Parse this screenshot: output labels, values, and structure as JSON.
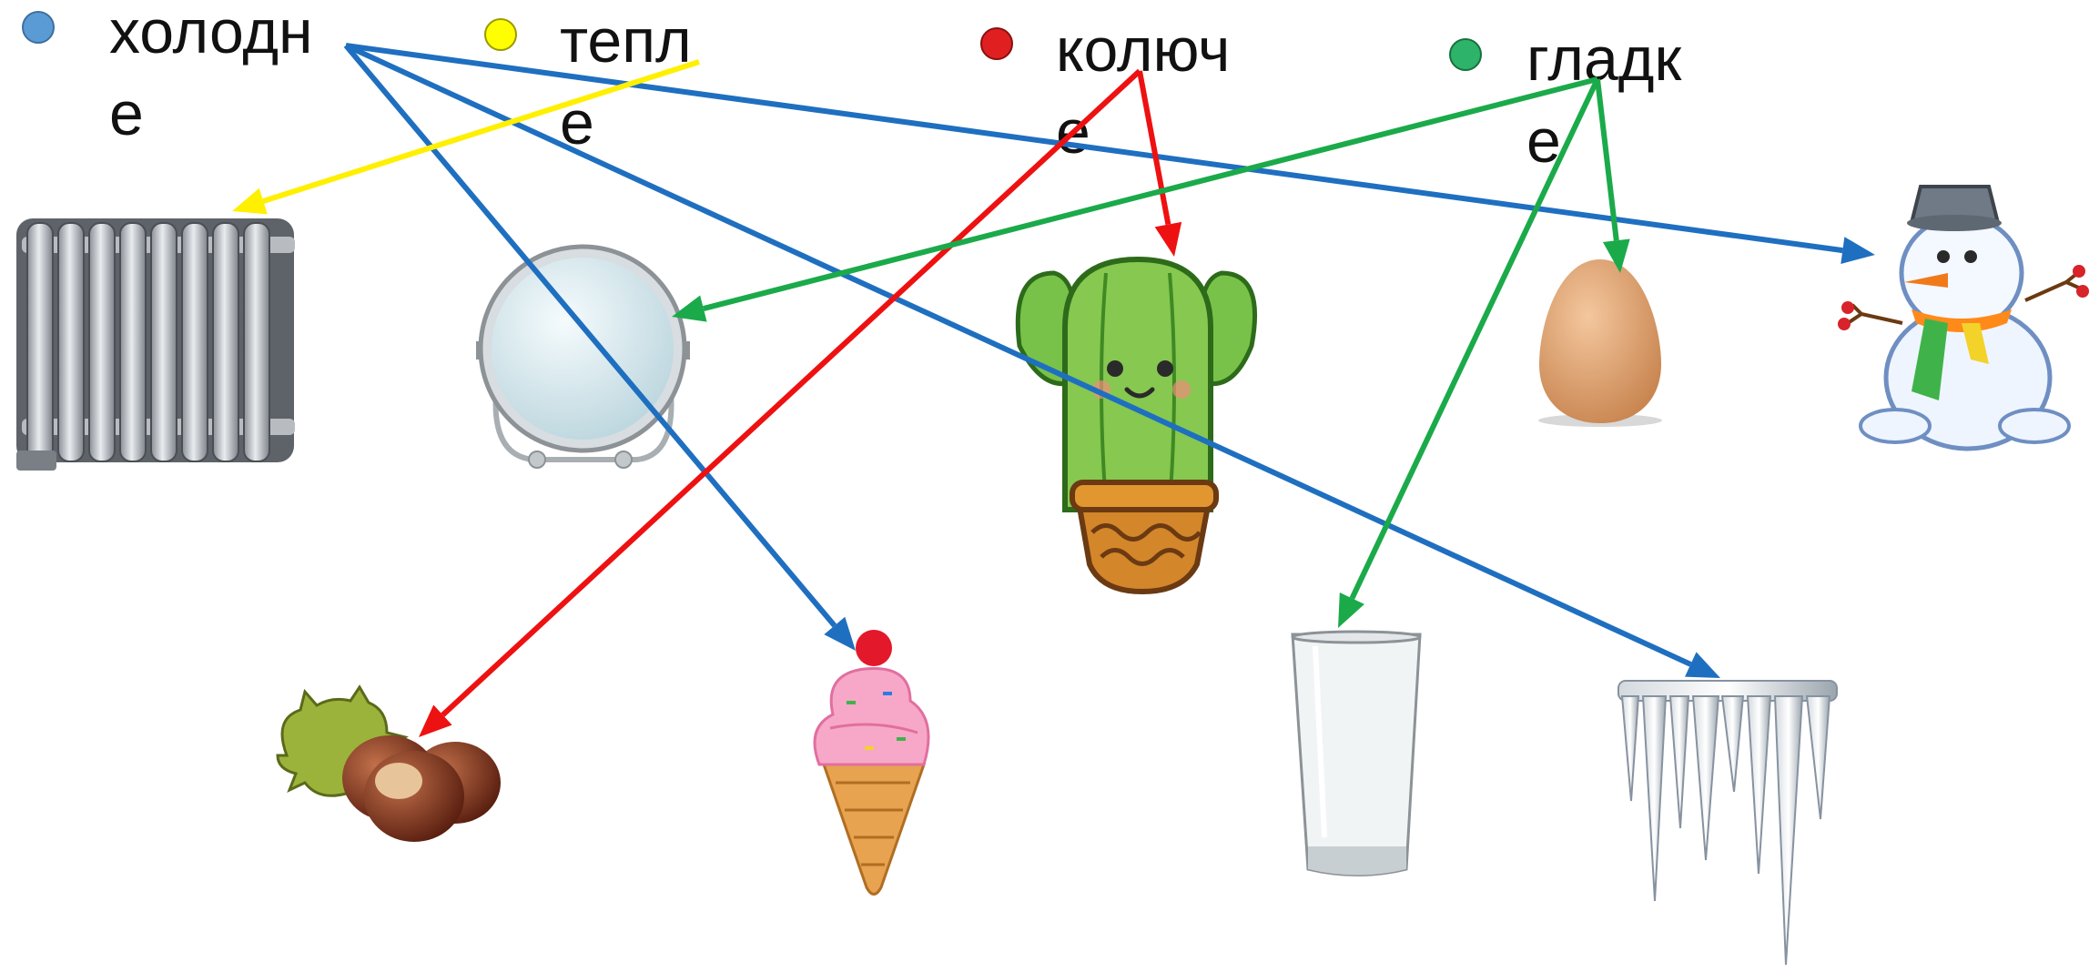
{
  "categories": [
    {
      "id": "cold",
      "line1": "холодн",
      "line2": "е",
      "color": "#5B9BD5"
    },
    {
      "id": "warm",
      "line1": "тепл",
      "line2": "е",
      "color": "#FFFF00"
    },
    {
      "id": "prick",
      "line1": "колюч",
      "line2": "е",
      "color": "#E02020"
    },
    {
      "id": "smooth",
      "line1": "гладк",
      "line2": "е",
      "color": "#2DB36A"
    }
  ],
  "arrow_colors": {
    "cold": "#1F6FC0",
    "warm": "#FFEF00",
    "prick": "#EE1111",
    "smooth": "#1BAA4A"
  },
  "pictures": [
    {
      "id": "radiator"
    },
    {
      "id": "mirror"
    },
    {
      "id": "cactus"
    },
    {
      "id": "egg"
    },
    {
      "id": "snowman"
    },
    {
      "id": "chestnut"
    },
    {
      "id": "ice-cream"
    },
    {
      "id": "glass"
    },
    {
      "id": "icicles"
    }
  ],
  "links": [
    {
      "from": "cold",
      "to": "snowman"
    },
    {
      "from": "cold",
      "to": "ice-cream"
    },
    {
      "from": "cold",
      "to": "icicles"
    },
    {
      "from": "warm",
      "to": "radiator"
    },
    {
      "from": "prick",
      "to": "cactus"
    },
    {
      "from": "prick",
      "to": "chestnut"
    },
    {
      "from": "smooth",
      "to": "mirror"
    },
    {
      "from": "smooth",
      "to": "egg"
    },
    {
      "from": "smooth",
      "to": "glass"
    }
  ]
}
